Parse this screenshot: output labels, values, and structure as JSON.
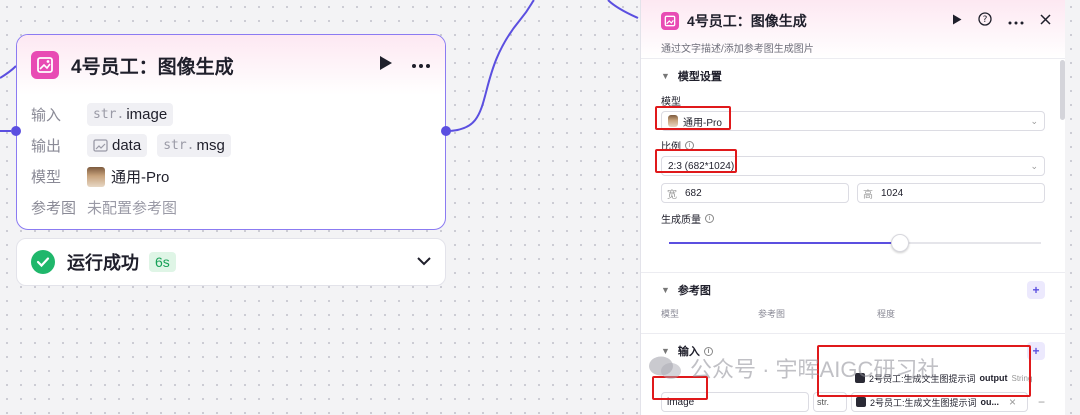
{
  "node": {
    "title": "4号员工：图像生成",
    "rows": {
      "input_label": "输入",
      "input_type": "str.",
      "input_name": "image",
      "output_label": "输出",
      "output_var1": "data",
      "output_type2": "str.",
      "output_var2": "msg",
      "model_label": "模型",
      "model_value": "通用-Pro",
      "ref_label": "参考图",
      "ref_value": "未配置参考图"
    }
  },
  "status": {
    "text": "运行成功",
    "duration": "6s"
  },
  "panel": {
    "title": "4号员工：图像生成",
    "description": "通过文字描述/添加参考图生成图片",
    "model_settings": {
      "title": "模型设置",
      "model_label": "模型",
      "model_value": "通用-Pro",
      "ratio_label": "比例",
      "ratio_value": "2:3 (682*1024)",
      "width_prefix": "宽",
      "width_value": "682",
      "height_prefix": "高",
      "height_value": "1024",
      "quality_label": "生成质量",
      "quality_level": 0.62
    },
    "reference": {
      "title": "参考图",
      "col_model": "模型",
      "col_ref": "参考图",
      "col_degree": "程度"
    },
    "input": {
      "title": "输入",
      "rows": [
        {
          "var": "",
          "type": "",
          "ref_node": "2号员工:生成文生图提示词",
          "ref_var": "output",
          "ref_type": "String"
        },
        {
          "var": "image",
          "type": "str.",
          "ref_node": "2号员工:生成文生图提示词",
          "ref_var": "ou...",
          "ref_type": ""
        }
      ]
    }
  },
  "watermark": {
    "text": "公众号 · 宇晖AIGC研习社"
  }
}
